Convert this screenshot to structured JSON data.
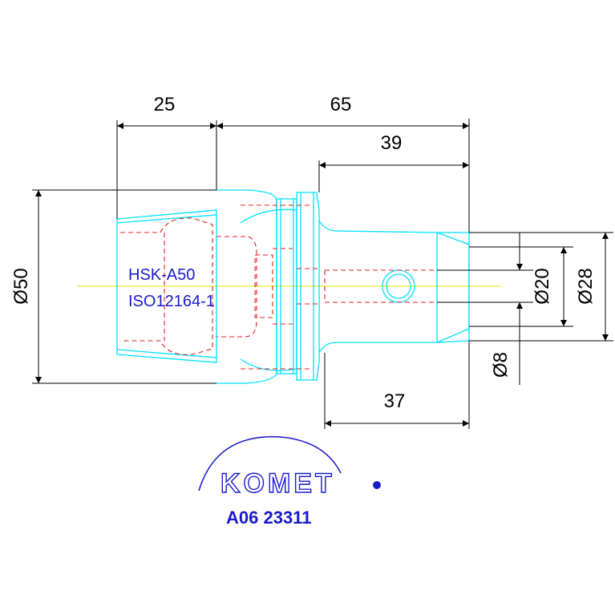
{
  "dimensions": {
    "d25": "25",
    "d65": "65",
    "d39": "39",
    "d37": "37",
    "dia50": "Ø50",
    "dia20": "Ø20",
    "dia28": "Ø28",
    "dia8": "Ø8"
  },
  "labels": {
    "spec1": "HSK-A50",
    "spec2": "ISO12164-1"
  },
  "logo": {
    "brand": "KOMET",
    "part_number": "A06 23311"
  },
  "colors": {
    "outline": "#00e0ff",
    "hidden": "#e02020",
    "centerline": "#e6e600",
    "dimension": "#000000",
    "brand": "#1a1acc"
  }
}
